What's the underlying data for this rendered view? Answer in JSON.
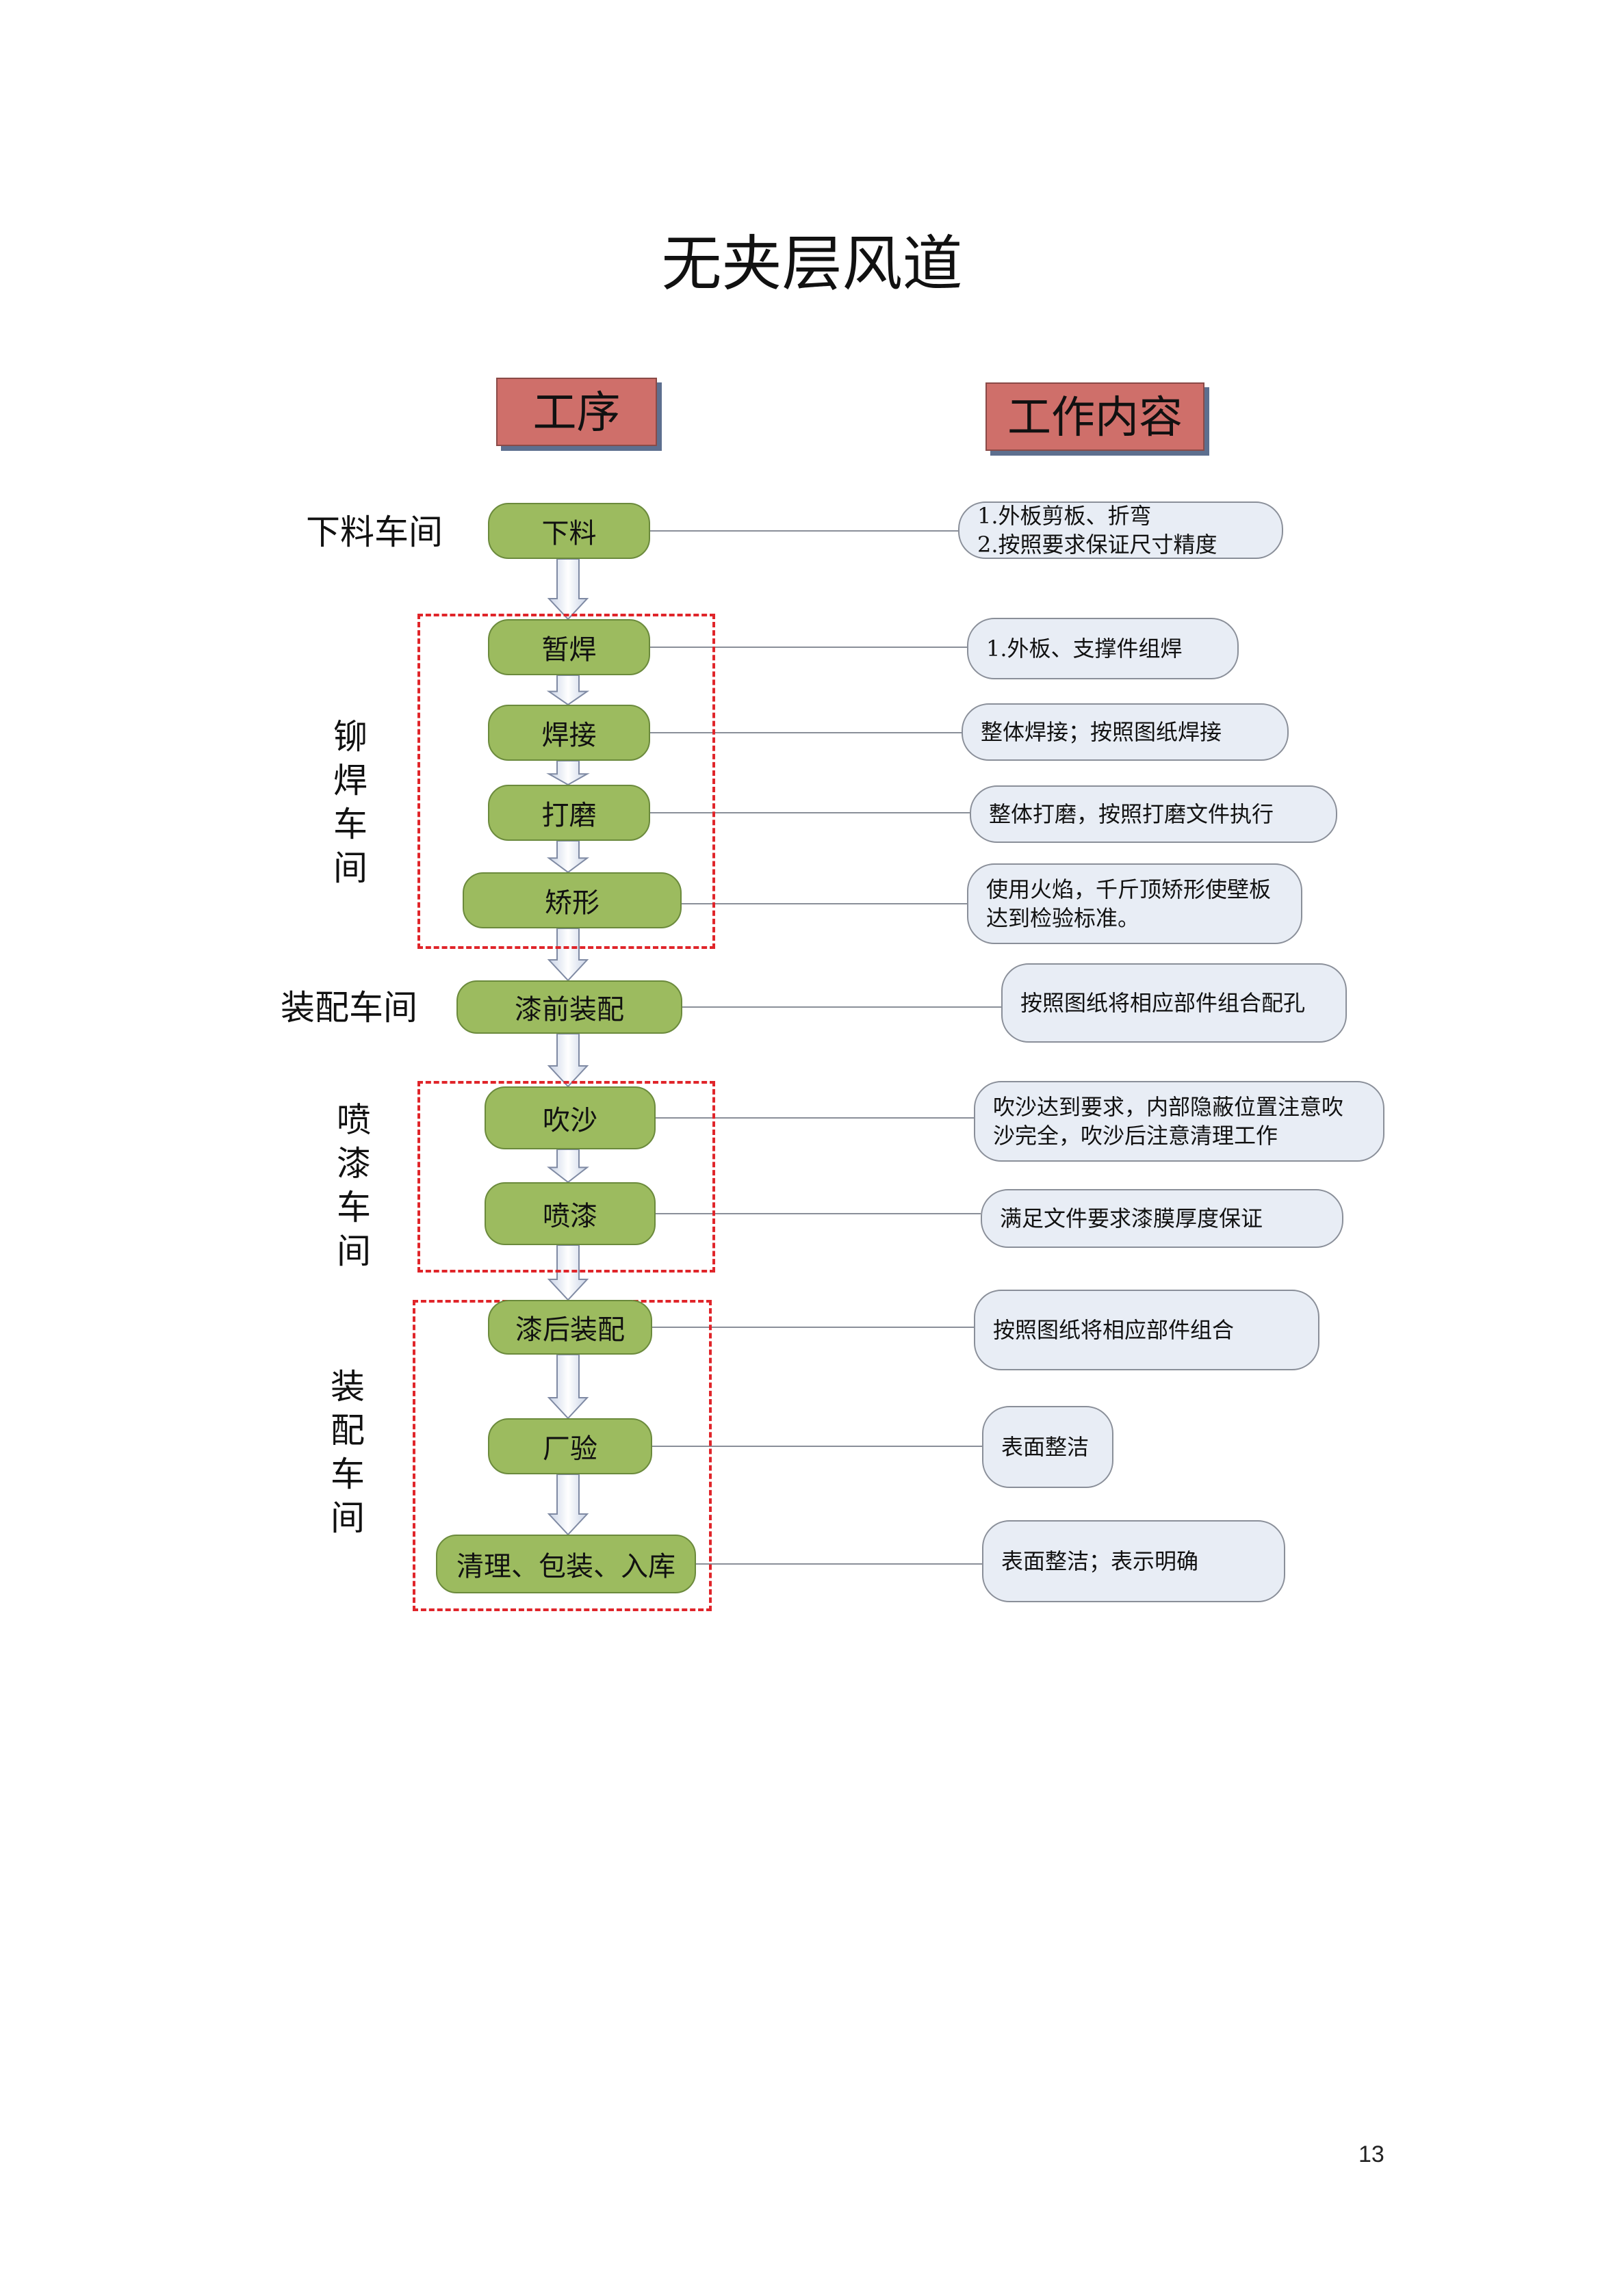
{
  "title": "无夹层风道",
  "headers": {
    "process": "工序",
    "content": "工作内容"
  },
  "workshops": [
    "下料车间",
    "铆焊车间",
    "装配车间",
    "喷漆车间",
    "装配车间"
  ],
  "steps": [
    "下料",
    "暂焊",
    "焊接",
    "打磨",
    "矫形",
    "漆前装配",
    "吹沙",
    "喷漆",
    "漆后装配",
    "厂验",
    "清理、包装、入库"
  ],
  "descriptions": [
    [
      "1.外板剪板、折弯",
      "2.按照要求保证尺寸精度"
    ],
    [
      "1.外板、支撑件组焊"
    ],
    [
      "整体焊接；按照图纸焊接"
    ],
    [
      "整体打磨，按照打磨文件执行"
    ],
    [
      "使用火焰，千斤顶矫形使壁板",
      "达到检验标准。"
    ],
    [
      "按照图纸将相应部件组合配孔"
    ],
    [
      "吹沙达到要求，内部隐蔽位置注意吹",
      "沙完全，吹沙后注意清理工作"
    ],
    [
      "满足文件要求漆膜厚度保证"
    ],
    [
      "按照图纸将相应部件组合"
    ],
    [
      "表面整洁"
    ],
    [
      "表面整洁；表示明确"
    ]
  ],
  "page_number": "13",
  "colors": {
    "step_fill": "#9cbb5f",
    "header_fill": "#cf6f6a",
    "desc_fill": "#e8edf5",
    "group_border": "#e0252a"
  }
}
